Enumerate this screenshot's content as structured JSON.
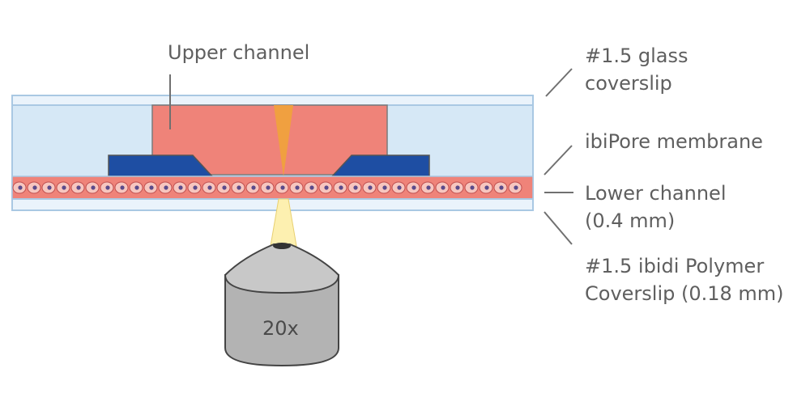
{
  "labels": {
    "upper_channel": "Upper channel",
    "glass_coverslip": [
      "#1.5 glass",
      "coverslip"
    ],
    "membrane": "ibiPore membrane",
    "lower_channel": [
      "Lower channel",
      "(0.4 mm)"
    ],
    "polymer_coverslip": [
      "#1.5 ibidi Polymer",
      "Coverslip (0.18 mm)"
    ],
    "objective": "20x"
  },
  "colors": {
    "chamber_fill": "#d6e8f6",
    "chamber_stroke": "#a9c8e3",
    "upper_channel": "#ef8379",
    "membrane": "#1e4ea3",
    "cell_layer": "#ef8379",
    "cell_body": "#f7c6bf",
    "nucleus": "#5a4a8a",
    "light_cone_top": "#f0a040",
    "light_cone_bottom": "#fdf0b0",
    "objective": "#b3b3b3",
    "objective_dark": "#8a8a8a",
    "leader_line": "#707070"
  }
}
